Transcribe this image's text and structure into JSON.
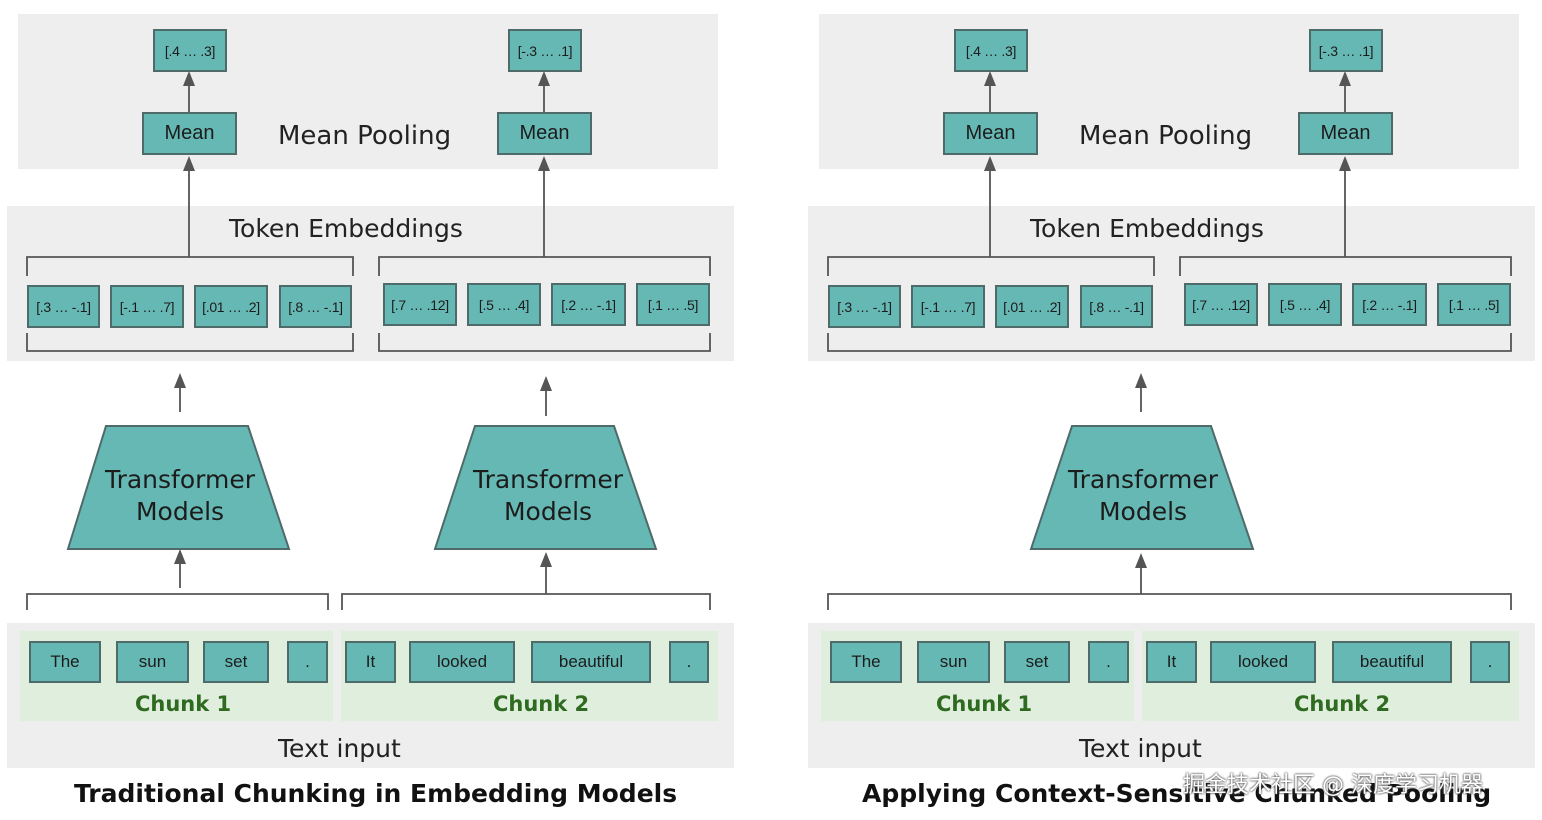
{
  "left": {
    "pooling_label": "Mean Pooling",
    "token_embeddings_label": "Token Embeddings",
    "text_input_label": "Text input",
    "caption": "Traditional Chunking in Embedding Models",
    "transformer_label_line1": "Transformer",
    "transformer_label_line2": "Models",
    "transformer2_label_line1": "Transformer",
    "transformer2_label_line2": "Models",
    "means": [
      "Mean",
      "Mean"
    ],
    "outputs": [
      "[.4 … .3]",
      "[-.3 … .1]"
    ],
    "embeddings": [
      "[.3 … -.1]",
      "[-.1 … .7]",
      "[.01 … .2]",
      "[.8 … -.1]",
      "[.7 … .12]",
      "[.5 … .4]",
      "[.2 … -.1]",
      "[.1 … .5]"
    ],
    "tokens": [
      "The",
      "sun",
      "set",
      ".",
      "It",
      "looked",
      "beautiful",
      "."
    ],
    "chunk_labels": [
      "Chunk 1",
      "Chunk 2"
    ]
  },
  "right": {
    "pooling_label": "Mean Pooling",
    "token_embeddings_label": "Token Embeddings",
    "text_input_label": "Text input",
    "caption": "Applying Context-Sensitive Chunked Pooling",
    "transformer_label_line1": "Transformer",
    "transformer_label_line2": "Models",
    "means": [
      "Mean",
      "Mean"
    ],
    "outputs": [
      "[.4 … .3]",
      "[-.3 … .1]"
    ],
    "embeddings": [
      "[.3 … -.1]",
      "[-.1 … .7]",
      "[.01 … .2]",
      "[.8 … -.1]",
      "[.7 … .12]",
      "[.5 … .4]",
      "[.2 … -.1]",
      "[.1 … .5]"
    ],
    "tokens": [
      "The",
      "sun",
      "set",
      ".",
      "It",
      "looked",
      "beautiful",
      "."
    ],
    "chunk_labels": [
      "Chunk 1",
      "Chunk 2"
    ]
  },
  "watermark": "掘金技术社区 @ 深度学习机器",
  "colors": {
    "box_fill": "#66b8b4",
    "box_border": "#4e6a69",
    "panel_bg": "#eeeeee",
    "chunk_bg": "#dfeedd",
    "chunk_text": "#2e6a1f"
  }
}
